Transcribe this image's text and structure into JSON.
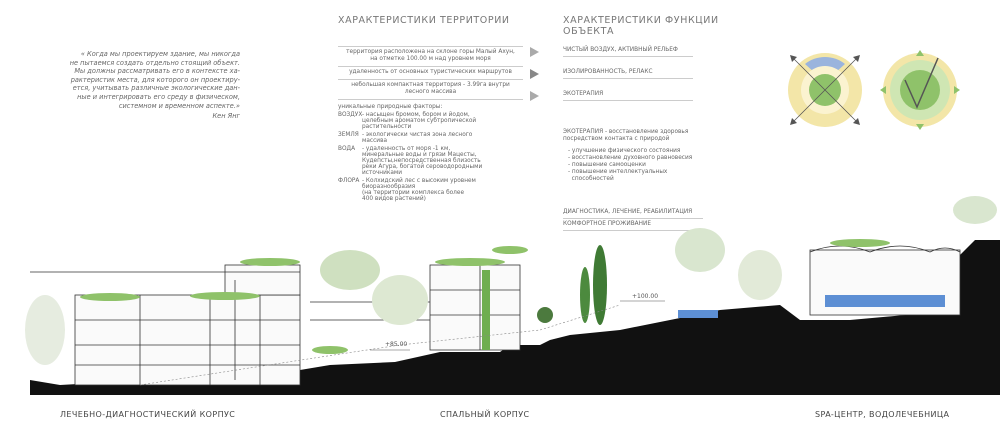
{
  "quote": {
    "text": "« Когда мы проектируем здание, мы никогда\nне пытаемся создать отдельно стоящий объект.\nМы должны рассматривать его в контексте ха-\nрактеристик места, для которого он проектиру-\nется, учитывать различные экологические дан-\nные и интегрировать его среду в физическом,\nсистемном и временном аспекте.»",
    "author": "Кен Янг"
  },
  "territory": {
    "title": "ХАРАКТЕРИСТИКИ ТЕРРИТОРИИ",
    "row1": "территория расположена на склоне горы Малый Ахун,",
    "row1b": "на отметке 100.00 м над уровнем моря",
    "row2": "удаленность от основных туристических маршрутов",
    "row3": "небольшая компактная территория - 3.99га внутри",
    "row3b": "лесного массива",
    "factors_title": "уникальные природные факторы:",
    "factors": [
      {
        "key": "ВОЗДУХ",
        "value": "- насыщен бромом, бором и йодом,\n  целебным ароматом субтропической\n  растительности"
      },
      {
        "key": "ЗЕМЛЯ",
        "value": "- экологически чистая зона лесного\n  массива"
      },
      {
        "key": "ВОДА",
        "value": "- удаленность от моря -1  км,\n  минеральные воды и грязи  Мацесты,\n  Кудепсты,непосредственная близость\n  реки Агура, богатой сероводородными\n  источниками"
      },
      {
        "key": "ФЛОРА",
        "value": "- Колхидский лес с высоким уровнем\n  биоразнообразия\n  (на территории комплекса более\n  400 видов растений)"
      }
    ]
  },
  "function": {
    "title": "ХАРАКТЕРИСТИКИ ФУНКЦИИ\nОБЪЕКТА",
    "items": [
      "ЧИСТЫЙ ВОЗДУХ, АКТИВНЫЙ РЕЛЬЕФ",
      "ИЗОЛИРОВАННОСТЬ, РЕЛАКС",
      "ЭКОТЕРАПИЯ"
    ],
    "ekotherapy": "ЭКОТЕРАПИЯ - восстановление здоровья\nпосредством контакта с природой",
    "list": [
      "- улучшение физического состояния",
      "- восстановление духовного равновесия",
      "- повышение самооценки",
      "- повышение интеллектуальных",
      "  способностей"
    ],
    "diag1": "ДИАГНОСТИКА, ЛЕЧЕНИЕ, РЕАБИЛИТАЦИЯ",
    "diag2": "КОМФОРТНОЕ ПРОЖИВАНИЕ"
  },
  "section": {
    "elev1": "+85.00",
    "elev2": "+100.00",
    "captions": [
      "ЛЕЧЕБНО-ДИАГНОСТИЧЕСКИЙ КОРПУС",
      "СПАЛЬНЫЙ КОРПУС",
      "SPA-ЦЕНТР, ВОДОЛЕЧЕБНИЦА"
    ]
  },
  "colors": {
    "ground": "#111111",
    "green": "#8fc26a",
    "yellow": "#f3e6a8",
    "blue": "#9ab4dd",
    "water": "#5d8fd4"
  }
}
